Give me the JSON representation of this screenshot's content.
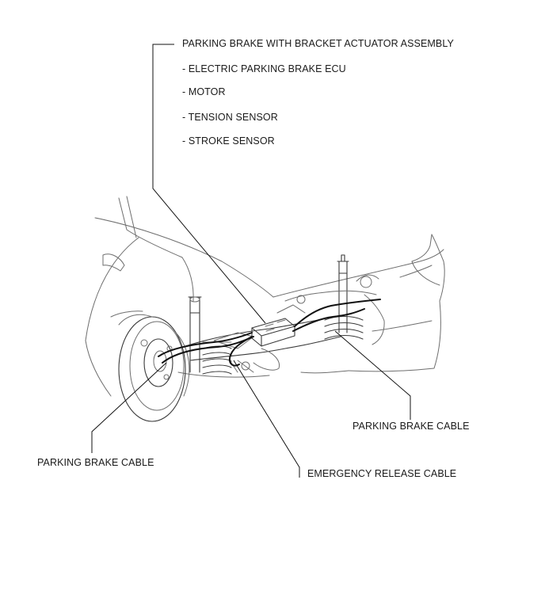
{
  "callouts": {
    "assembly": "PARKING BRAKE WITH BRACKET ACTUATOR ASSEMBLY",
    "components": [
      "- ELECTRIC PARKING BRAKE ECU",
      "- MOTOR",
      "- TENSION SENSOR",
      "- STROKE SENSOR"
    ],
    "cable_right": "PARKING BRAKE CABLE",
    "cable_left": "PARKING BRAKE CABLE",
    "emergency_release": "EMERGENCY RELEASE CABLE"
  }
}
